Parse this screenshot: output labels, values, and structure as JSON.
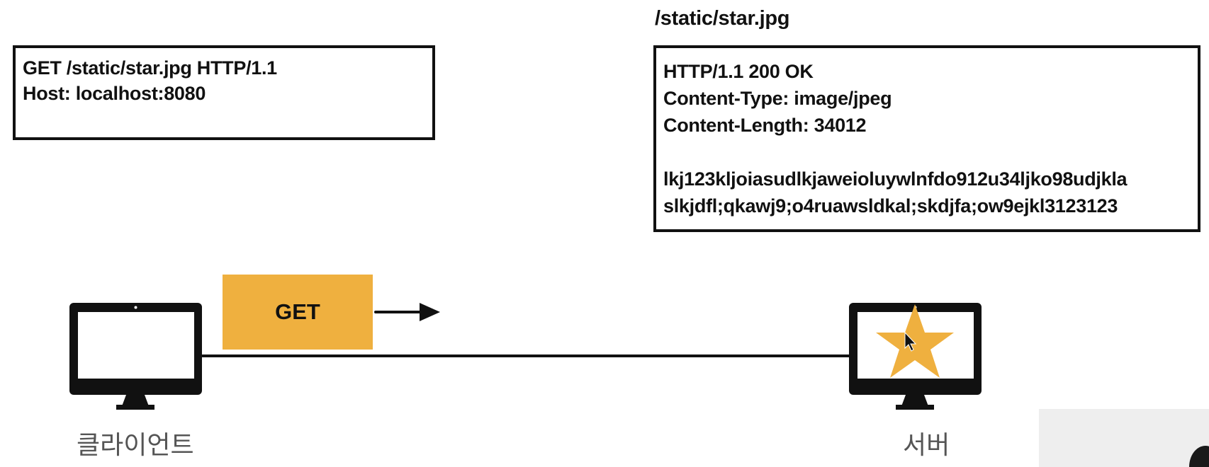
{
  "request": {
    "lines": [
      "GET /static/star.jpg HTTP/1.1",
      "Host: localhost:8080"
    ]
  },
  "response": {
    "title": "/static/star.jpg",
    "lines": [
      "HTTP/1.1 200 OK",
      "Content-Type: image/jpeg",
      "Content-Length: 34012",
      "",
      "lkj123kljoiasudlkjaweioluywlnfdo912u34ljko98udjkla",
      "slkjdfl;qkawj9;o4ruawsldkal;skdjfa;ow9ejkl3123123"
    ]
  },
  "method_tag": "GET",
  "client": {
    "label": "클라이언트"
  },
  "server": {
    "label": "서버"
  },
  "icons": {
    "client": "monitor-icon",
    "server": "monitor-icon",
    "resource": "star-icon",
    "direction": "arrow-right-icon",
    "pointer": "mouse-cursor-icon"
  },
  "colors": {
    "accent": "#efb03f",
    "stroke": "#111111",
    "label": "#555555"
  }
}
